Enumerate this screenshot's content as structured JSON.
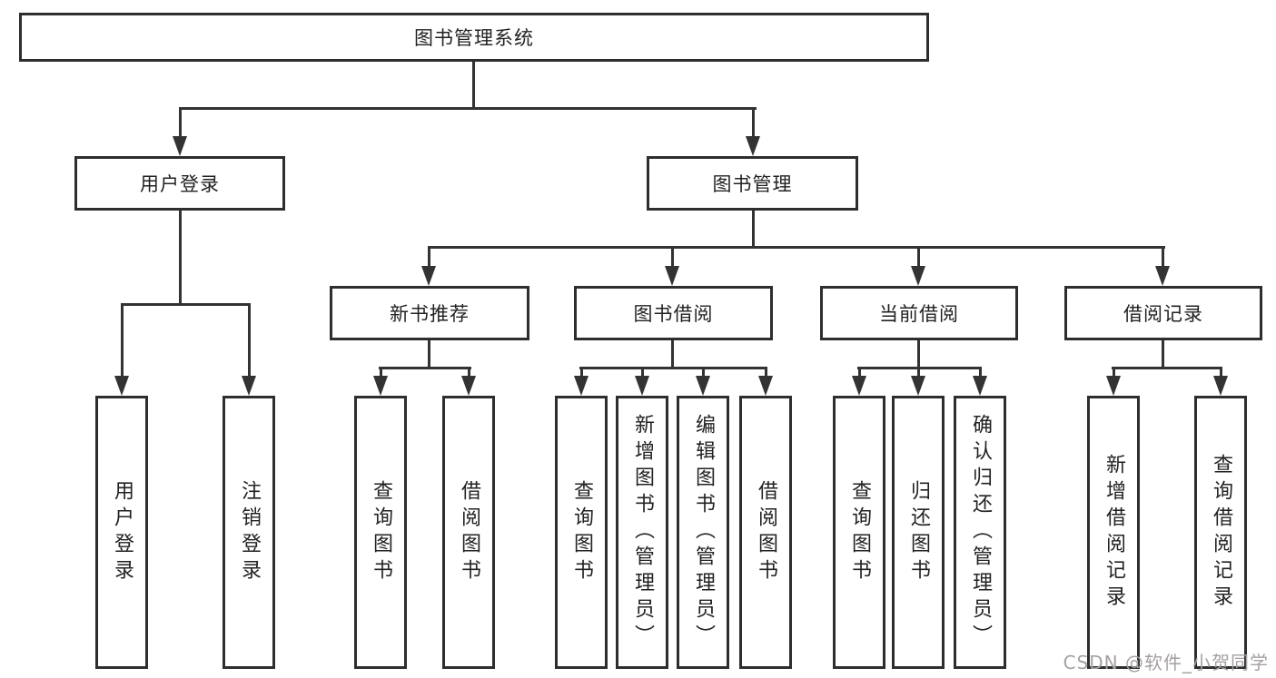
{
  "diagram": {
    "root_label": "图书管理系统",
    "branches": {
      "user_login_label": "用户登录",
      "book_management_label": "图书管理"
    },
    "modules": [
      {
        "label": "新书推荐"
      },
      {
        "label": "图书借阅"
      },
      {
        "label": "当前借阅"
      },
      {
        "label": "借阅记录"
      }
    ],
    "leaves": {
      "user_login": [
        "用户登录",
        "注销登录"
      ],
      "new_books": [
        "查询图书",
        "借阅图书"
      ],
      "book_borrow": [
        "查询图书",
        "新增图书（管理员）",
        "编辑图书（管理员）",
        "借阅图书"
      ],
      "current_borrow": [
        "查询图书",
        "归还图书",
        "确认归还（管理员）"
      ],
      "borrow_records": [
        "新增借阅记录",
        "查询借阅记录"
      ]
    },
    "line_color": "#333333"
  },
  "watermark": {
    "text": "CSDN @软件_小贺同学"
  }
}
